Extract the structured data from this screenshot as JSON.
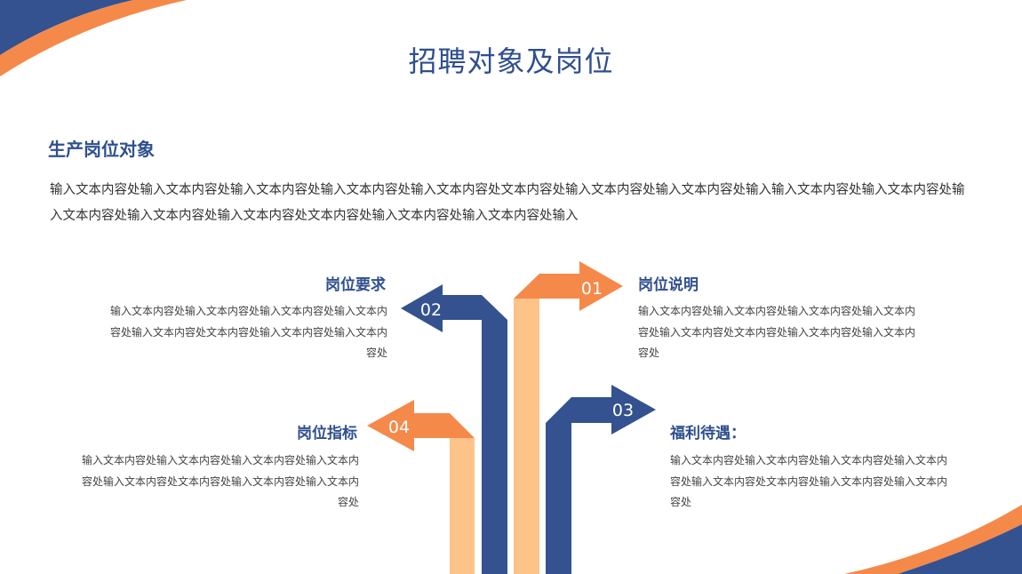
{
  "title": "招聘对象及岗位",
  "section": {
    "title": "生产岗位对象",
    "intro": "输入文本内容处输入文本内容处输入文本内容处输入文本内容处输入文本内容处文本内容处输入文本内容处输入文本内容处输入输入文本内容处输入文本内容处输入文本内容处输入文本内容处输入文本内容处文本内容处输入文本内容处输入文本内容处输入"
  },
  "steps": [
    {
      "number": "01",
      "title": "岗位说明",
      "description": "输入文本内容处输入文本内容处输入文本内容处输入文本内容处输入文本内容处文本内容处输入文本内容处输入文本内容处"
    },
    {
      "number": "02",
      "title": "岗位要求",
      "description": "输入文本内容处输入文本内容处输入文本内容处输入文本内容处输入文本内容处文本内容处输入文本内容处输入文本内容处"
    },
    {
      "number": "03",
      "title": "福利待遇：",
      "description": "输入文本内容处输入文本内容处输入文本内容处输入文本内容处输入文本内容处文本内容处输入文本内容处输入文本内容处"
    },
    {
      "number": "04",
      "title": "岗位指标",
      "description": "输入文本内容处输入文本内容处输入文本内容处输入文本内容处输入文本内容处文本内容处输入文本内容处输入文本内容处"
    }
  ],
  "colors": {
    "navy": "#34528f",
    "orange": "#f5894a",
    "peach": "#fdc389",
    "title": "#2f4f8f"
  }
}
